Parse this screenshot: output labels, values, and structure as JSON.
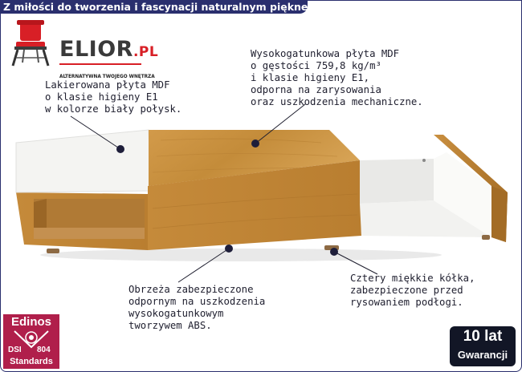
{
  "header": {
    "tagline": "Z miłości do tworzenia i fascynacji naturalnym pięknem"
  },
  "logo": {
    "brand": "ELIOR",
    "domain": ".PL",
    "slogan": "ALTERNATYWNA TWOJEGO WNĘTRZA",
    "icon": "red-chair-icon"
  },
  "annotations": {
    "top_left": "Lakierowana płyta MDF\no klasie higieny E1\nw kolorze biały połysk.",
    "top_right": "Wysokogatunkowa płyta MDF\no gęstości 759,8 kg/m³\ni klasie higieny E1,\nodporna na zarysowania\noraz uszkodzenia mechaniczne.",
    "bottom_center": "Obrzeża zabezpieczone\nodpornym na uszkodzenia\nwysokogatunkowym\ntworzywem ABS.",
    "bottom_right": "Cztery miękkie kółka,\nzabezpieczone przed\nrysowaniem podłogi."
  },
  "badges": {
    "edinos": {
      "brand": "Edinos",
      "dsi": "DSI",
      "code": "804",
      "label": "Standards"
    },
    "warranty": {
      "years": "10 lat",
      "label": "Gwarancji"
    }
  },
  "colors": {
    "navy": "#2a2f6e",
    "oak": "#c9923f",
    "gloss_white": "#f4f4f2",
    "crimson": "#b01f4b",
    "logo_red": "#d81f26"
  }
}
